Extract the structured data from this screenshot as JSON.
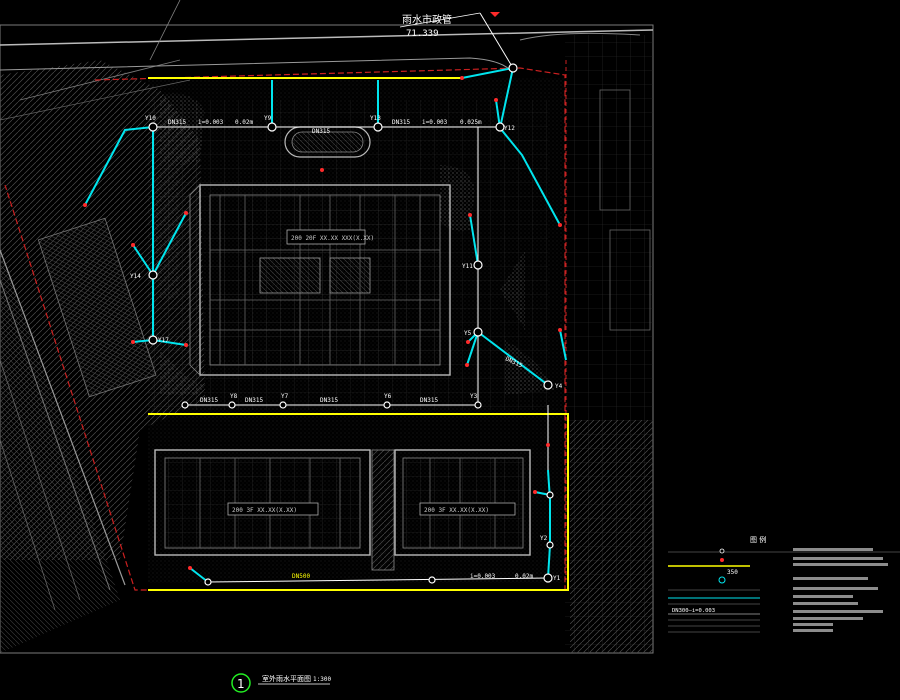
{
  "benchmark": {
    "label": "雨水市政管",
    "value": "71.339"
  },
  "pipe_labels": {
    "top_left": "DN315",
    "top_slope": "i=0.003",
    "top_len": "0.02m",
    "top_mid": "DN315",
    "top_mid_slope": "i=0.003",
    "top_right_len": "0.025m",
    "tank": "DN315",
    "bottom_run": "DN500",
    "bottom_slope": "i=0.003",
    "bottom_len": "0.02m",
    "row_a": "DN315",
    "row_b": "DN315",
    "row_c": "DN315",
    "row_d": "DN315",
    "right_vert": "DN315"
  },
  "nodes": {
    "y10": "Y10",
    "y9": "Y9",
    "y13": "Y13",
    "y12": "Y12",
    "y11": "Y11",
    "y14": "Y14",
    "y17": "Y17",
    "y5": "Y5",
    "y4": "Y4",
    "y8": "Y8",
    "y7": "Y7",
    "y6": "Y6",
    "y3": "Y3",
    "y2": "Y2",
    "y1": "Y1"
  },
  "legend": {
    "title": "图  例",
    "scale_badge": "350",
    "pipe_spec": "DN300—i=0.003"
  },
  "drawing_title": {
    "number": "1",
    "name": "室外雨水平面图",
    "scale": "1:300"
  },
  "colors": {
    "background": "#000000",
    "pipe_cyan": "#00e5ee",
    "boundary_yellow": "#ffff00",
    "property_red": "#cc2020",
    "linework_gray": "#8c8c8c",
    "hatch_gray": "#5a5a5a",
    "node_white": "#ffffff",
    "badge_green": "#22ee22"
  }
}
